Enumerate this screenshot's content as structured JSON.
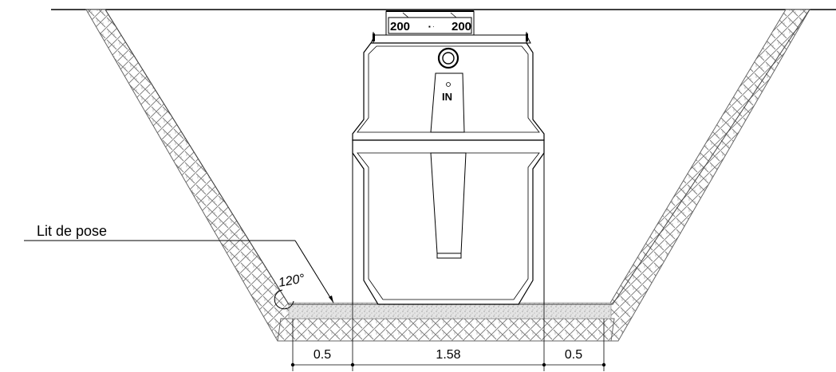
{
  "callout": {
    "label": "Lit de pose"
  },
  "angle": {
    "label": "120°"
  },
  "tank": {
    "inlet_label": "IN",
    "cover_left_label": "200",
    "cover_right_label": "200"
  },
  "dimensions": {
    "left_clearance": "0.5",
    "tank_width": "1.58",
    "right_clearance": "0.5"
  }
}
